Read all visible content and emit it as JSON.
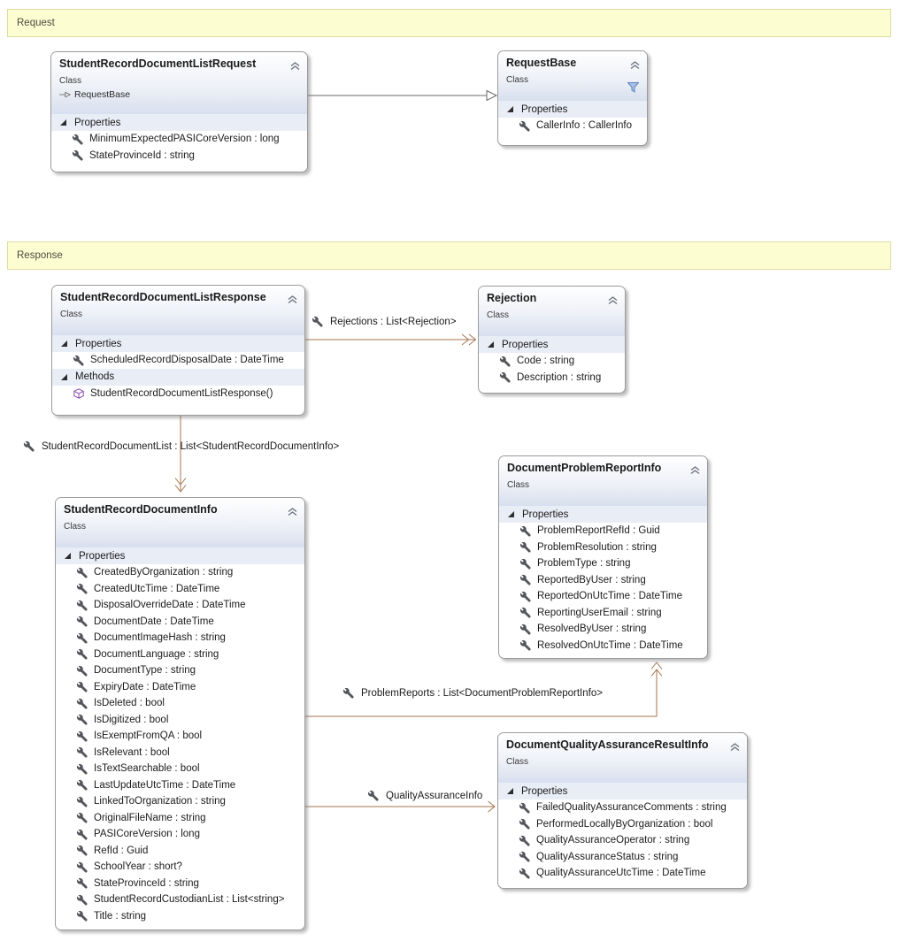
{
  "banners": [
    {
      "label": "Request"
    },
    {
      "label": "Response"
    }
  ],
  "classes": [
    {
      "title": "StudentRecordDocumentListRequest",
      "kind": "Class",
      "base": "RequestBase",
      "sections": [
        {
          "label": "Properties",
          "items": [
            {
              "icon": "property",
              "label": "MinimumExpectedPASICoreVersion : long"
            },
            {
              "icon": "property",
              "label": "StateProvinceId : string"
            }
          ]
        }
      ]
    },
    {
      "title": "RequestBase",
      "kind": "Class",
      "sections": [
        {
          "label": "Properties",
          "items": [
            {
              "icon": "property",
              "label": "CallerInfo : CallerInfo"
            }
          ]
        }
      ]
    },
    {
      "title": "StudentRecordDocumentListResponse",
      "kind": "Class",
      "sections": [
        {
          "label": "Properties",
          "items": [
            {
              "icon": "property",
              "label": "ScheduledRecordDisposalDate : DateTime"
            }
          ]
        },
        {
          "label": "Methods",
          "items": [
            {
              "icon": "method",
              "label": "StudentRecordDocumentListResponse()"
            }
          ]
        }
      ]
    },
    {
      "title": "Rejection",
      "kind": "Class",
      "sections": [
        {
          "label": "Properties",
          "items": [
            {
              "icon": "property",
              "label": "Code : string"
            },
            {
              "icon": "property",
              "label": "Description : string"
            }
          ]
        }
      ]
    },
    {
      "title": "StudentRecordDocumentInfo",
      "kind": "Class",
      "sections": [
        {
          "label": "Properties",
          "items": [
            {
              "icon": "property",
              "label": "CreatedByOrganization : string"
            },
            {
              "icon": "property",
              "label": "CreatedUtcTime : DateTime"
            },
            {
              "icon": "property",
              "label": "DisposalOverrideDate : DateTime"
            },
            {
              "icon": "property",
              "label": "DocumentDate : DateTime"
            },
            {
              "icon": "property",
              "label": "DocumentImageHash : string"
            },
            {
              "icon": "property",
              "label": "DocumentLanguage : string"
            },
            {
              "icon": "property",
              "label": "DocumentType : string"
            },
            {
              "icon": "property",
              "label": "ExpiryDate : DateTime"
            },
            {
              "icon": "property",
              "label": "IsDeleted : bool"
            },
            {
              "icon": "property",
              "label": "IsDigitized : bool"
            },
            {
              "icon": "property",
              "label": "IsExemptFromQA : bool"
            },
            {
              "icon": "property",
              "label": "IsRelevant : bool"
            },
            {
              "icon": "property",
              "label": "IsTextSearchable : bool"
            },
            {
              "icon": "property",
              "label": "LastUpdateUtcTime : DateTime"
            },
            {
              "icon": "property",
              "label": "LinkedToOrganization : string"
            },
            {
              "icon": "property",
              "label": "OriginalFileName : string"
            },
            {
              "icon": "property",
              "label": "PASICoreVersion : long"
            },
            {
              "icon": "property",
              "label": "RefId : Guid"
            },
            {
              "icon": "property",
              "label": "SchoolYear : short?"
            },
            {
              "icon": "property",
              "label": "StateProvinceId : string"
            },
            {
              "icon": "property",
              "label": "StudentRecordCustodianList : List<string>"
            },
            {
              "icon": "property",
              "label": "Title : string"
            }
          ]
        }
      ]
    },
    {
      "title": "DocumentProblemReportInfo",
      "kind": "Class",
      "sections": [
        {
          "label": "Properties",
          "items": [
            {
              "icon": "property",
              "label": "ProblemReportRefId : Guid"
            },
            {
              "icon": "property",
              "label": "ProblemResolution : string"
            },
            {
              "icon": "property",
              "label": "ProblemType : string"
            },
            {
              "icon": "property",
              "label": "ReportedByUser : string"
            },
            {
              "icon": "property",
              "label": "ReportedOnUtcTime : DateTime"
            },
            {
              "icon": "property",
              "label": "ReportingUserEmail : string"
            },
            {
              "icon": "property",
              "label": "ResolvedByUser : string"
            },
            {
              "icon": "property",
              "label": "ResolvedOnUtcTime : DateTime"
            }
          ]
        }
      ]
    },
    {
      "title": "DocumentQualityAssuranceResultInfo",
      "kind": "Class",
      "sections": [
        {
          "label": "Properties",
          "items": [
            {
              "icon": "property",
              "label": "FailedQualityAssuranceComments : string"
            },
            {
              "icon": "property",
              "label": "PerformedLocallyByOrganization : bool"
            },
            {
              "icon": "property",
              "label": "QualityAssuranceOperator : string"
            },
            {
              "icon": "property",
              "label": "QualityAssuranceStatus : string"
            },
            {
              "icon": "property",
              "label": "QualityAssuranceUtcTime : DateTime"
            }
          ]
        }
      ]
    }
  ],
  "connector_labels": {
    "rejections": "Rejections : List<Rejection>",
    "student_record_document_list": "StudentRecordDocumentList : List<StudentRecordDocumentInfo>",
    "problem_reports": "ProblemReports : List<DocumentProblemReportInfo>",
    "quality_assurance_info": "QualityAssuranceInfo"
  },
  "colors": {
    "association_line": "#a5764f",
    "inheritance_line": "#6a6a6a",
    "banner_bg": "#fdfdd2",
    "section_header_bg": "#e9edf6",
    "header_gradient_bottom": "#d8dfee"
  }
}
